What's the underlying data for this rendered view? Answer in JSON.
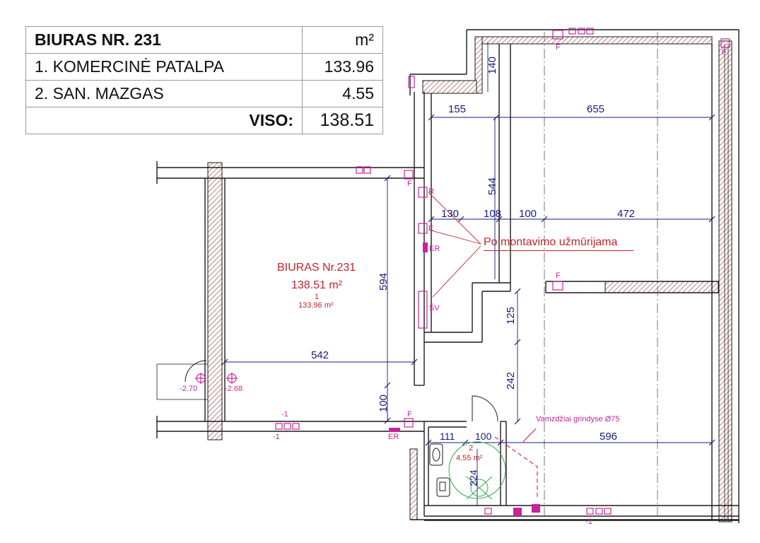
{
  "table": {
    "title": "BIURAS NR. 231",
    "unit": "m²",
    "rows": [
      {
        "name": "1. KOMERCINĖ PATALPA",
        "area": "133.96"
      },
      {
        "name": "2. SAN. MAZGAS",
        "area": "4.55"
      }
    ],
    "total_label": "VISO:",
    "total_value": "138.51"
  },
  "rooms": {
    "office_name": "BIURAS Nr.231",
    "office_area": "138.51 m²",
    "room1_number": "1",
    "room1_area": "133.96 m²",
    "room2_number": "2",
    "room2_area": "4.55 m²"
  },
  "notes": {
    "brick_note": "Po montavimo užmūrijama",
    "pipe_note": "Vamzdžiai grindyse Ø75"
  },
  "dimensions": {
    "d140": "140",
    "d155": "155",
    "d655": "655",
    "d544": "544",
    "d130": "130",
    "d108": "108",
    "d100a": "100",
    "d472": "472",
    "d594": "594",
    "d125": "125",
    "d542": "542",
    "d242": "242",
    "d100b": "100",
    "d111": "111",
    "d100c": "100",
    "d596": "596",
    "d224": "224"
  },
  "levels": {
    "lvl1": "-2.70",
    "lvl2": "-2.68",
    "minus1a": "-1",
    "minus1b": "-1",
    "minus1c": "-1"
  },
  "fixtures": {
    "r": "R",
    "e": "E",
    "er1": "ER",
    "sv": "ŠV",
    "er2": "ER",
    "f": "F"
  },
  "colors": {
    "wall": "#1a1a1a",
    "dimension": "#1a1a7a",
    "annotation": "#c0262b",
    "services": "#c8239e",
    "hatch": "#b06060",
    "fixture": "#2ea84a"
  }
}
